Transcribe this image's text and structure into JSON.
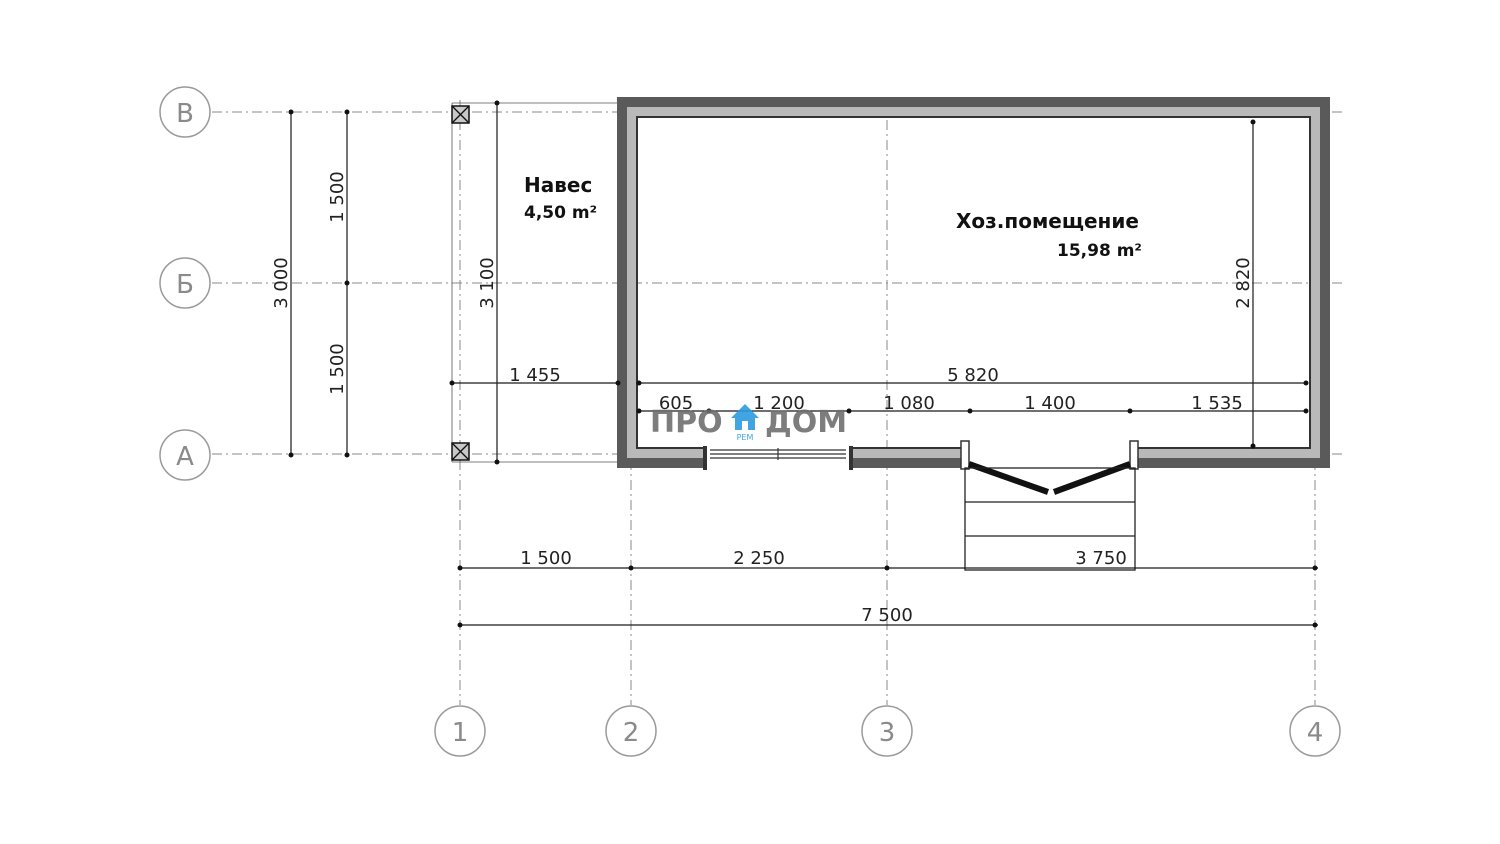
{
  "axes": {
    "rows": [
      "В",
      "Б",
      "А"
    ],
    "columns": [
      "1",
      "2",
      "3",
      "4"
    ]
  },
  "rooms": {
    "canopy": {
      "name": "Навес",
      "area": "4,50 m²"
    },
    "utility": {
      "name": "Хоз.помещение",
      "area": "15,98 m²"
    }
  },
  "dimensions": {
    "left_total": "3 000",
    "left_upper": "1 500",
    "left_lower": "1 500",
    "canopy_depth": "3 100",
    "canopy_width": "1 455",
    "room_inner_width": "5 820",
    "room_inner_depth": "2 820",
    "opening_1": "605",
    "opening_2": "1 200",
    "opening_3": "1 080",
    "opening_4": "1 400",
    "opening_5": "1 535",
    "bottom_1": "1 500",
    "bottom_2": "2 250",
    "bottom_3": "3 750",
    "bottom_total": "7 500"
  },
  "logo": {
    "left": "ПРО",
    "right": "ДОМ",
    "sub": "РЕМ"
  },
  "colors": {
    "logo_accent": "#2d9be0",
    "axis": "#8a8a8a",
    "wall": "#5a5a5a"
  }
}
